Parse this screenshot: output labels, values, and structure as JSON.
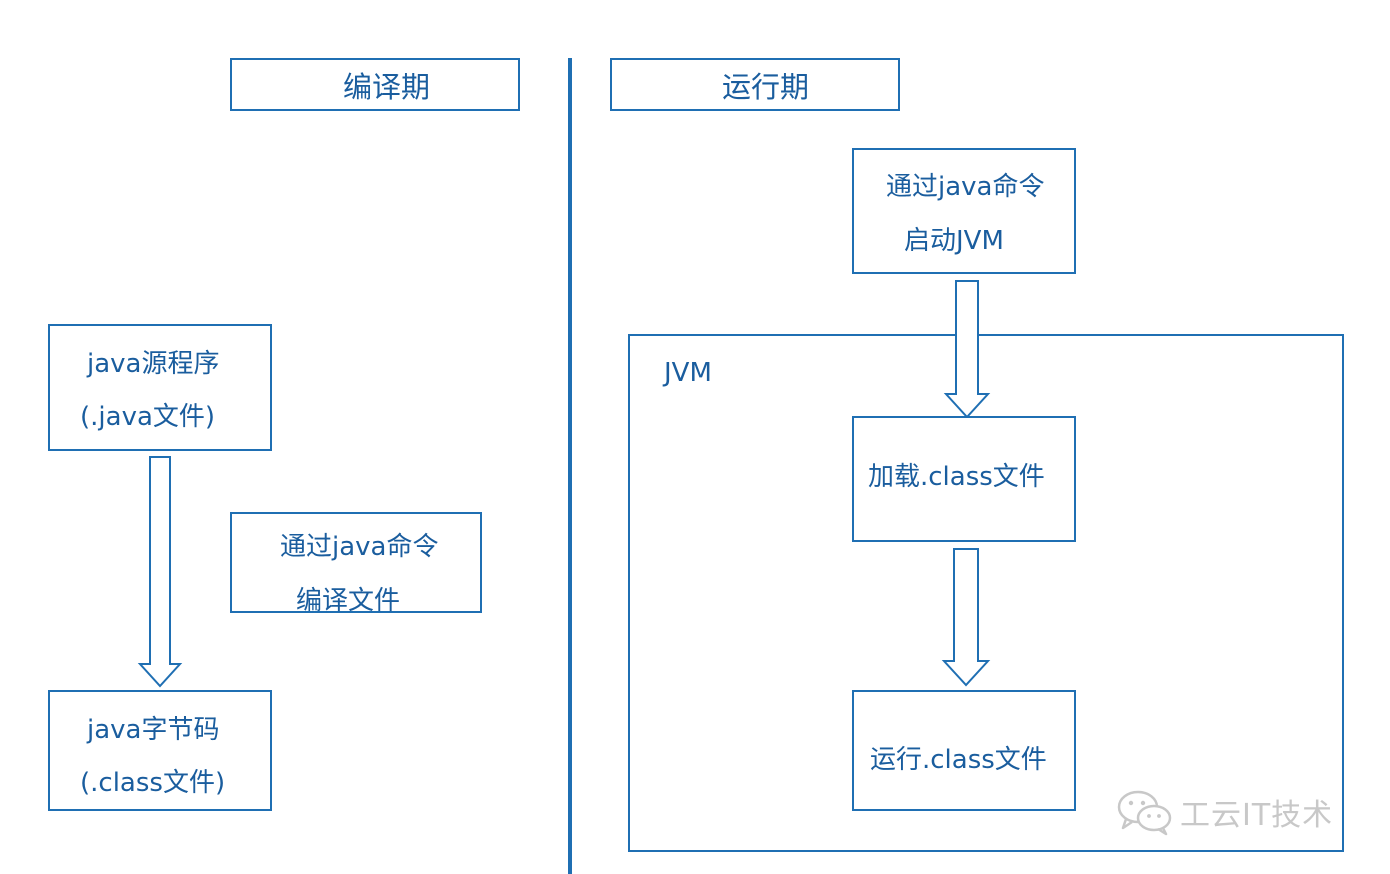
{
  "headers": {
    "compile": "编译期",
    "runtime": "运行期"
  },
  "compile_side": {
    "source": {
      "line1": "java源程序",
      "line2": "(.java文件)"
    },
    "command": {
      "line1": "通过java命令",
      "line2": "编译文件"
    },
    "bytecode": {
      "line1": "java字节码",
      "line2": "(.class文件)"
    }
  },
  "runtime_side": {
    "start": {
      "line1": "通过java命令",
      "line2": "启动JVM"
    },
    "jvm_label": "JVM",
    "load": "加载.class文件",
    "run": "运行.class文件"
  },
  "watermark": "工云IT技术",
  "colors": {
    "border": "#1f6fb3",
    "text": "#1a5d9e",
    "watermark": "#c8c8c8"
  }
}
